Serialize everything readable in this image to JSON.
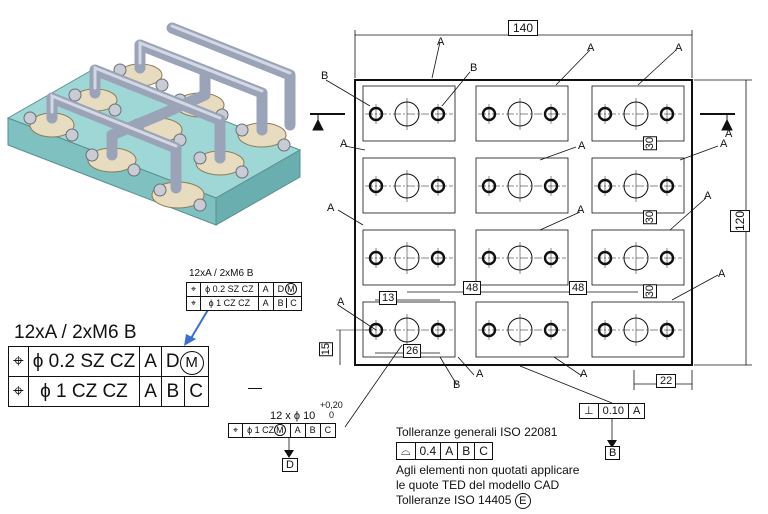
{
  "drawing": {
    "dim_overall_width": "140",
    "dim_overall_height": "120",
    "dim_pitch_30_a": "30",
    "dim_pitch_30_b": "30",
    "dim_pitch_30_c": "30",
    "dim_48_left": "48",
    "dim_48_right": "48",
    "dim_13": "13",
    "dim_26": "26",
    "dim_15": "15",
    "dim_22": "22",
    "datum_A": "A",
    "datum_B": "B",
    "datum_D": "D"
  },
  "frame_small": {
    "header": "12xA / 2xM6 B",
    "row1": [
      "ϕ 0.2 SZ CZ",
      "A",
      "D",
      "M"
    ],
    "row2": [
      "ϕ 1 CZ CZ",
      "A",
      "B",
      "C"
    ]
  },
  "frame_large": {
    "header": "12xA / 2xM6 B",
    "row1": [
      "ϕ  0.2 SZ CZ",
      "A",
      "D",
      "M"
    ],
    "row2": [
      "ϕ  1  CZ CZ",
      "A",
      "B",
      "C"
    ]
  },
  "hole_callout": {
    "header": "12 x ϕ 10",
    "tol_upper": "+0,20",
    "tol_lower": "0",
    "frame": [
      "ϕ 1 CZ",
      "M",
      "A",
      "B",
      "C"
    ]
  },
  "perp_frame": [
    "0.10",
    "A"
  ],
  "notes": {
    "line1": "Tolleranze generali ISO 22081",
    "profile_frame": [
      "0.4",
      "A",
      "B",
      "C"
    ],
    "line2": "Agli elementi non quotati applicare",
    "line3": "le quote TED del modello CAD",
    "line4": "Tolleranze ISO 14405",
    "envelope": "E"
  }
}
